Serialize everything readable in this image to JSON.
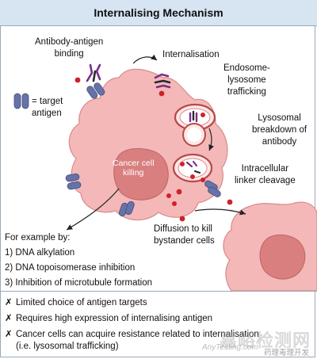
{
  "title": "Internalising Mechanism",
  "labels": {
    "binding_line1": "Antibody-antigen",
    "binding_line2": "binding",
    "internalisation": "Internalisation",
    "endo_1": "Endosome-",
    "endo_2": "lysosome",
    "endo_3": "trafficking",
    "lyso_1": "Lysosomal",
    "lyso_2": "breakdown of",
    "lyso_3": "antibody",
    "linker_1": "Intracellular",
    "linker_2": "linker cleavage",
    "target_1": "= target",
    "target_2": "antigen",
    "killing_1": "Cancer cell",
    "killing_2": "killing",
    "diffusion_1": "Diffusion to kill",
    "diffusion_2": "bystander cells"
  },
  "examples": {
    "heading": "For example by:",
    "items": [
      "1) DNA alkylation",
      "2) DNA topoisomerase inhibition",
      "3) Inhibition of microtubule formation"
    ]
  },
  "cons": {
    "mark": "✗",
    "items": [
      "Limited choice of antigen targets",
      "Requires high expression of internalising antigen",
      "Cancer cells can acquire resistance related to internalisation"
    ],
    "item3_sub": "(i.e. lysosomal trafficking)"
  },
  "watermark": {
    "brand": "嘉峪检测网",
    "account": "药理毒理开发",
    "url": "AnyTesting.com"
  },
  "colors": {
    "header_bg": "#d7e4f2",
    "cell_fill": "#f4b8b8",
    "cell_stroke": "#d98a8a",
    "nucleus_fill": "#d97f7f",
    "antigen_fill": "#6673a8",
    "payload": "#d0202a",
    "antibody_purple": "#7a2e8c",
    "antibody_dark": "#2a2a2a"
  }
}
